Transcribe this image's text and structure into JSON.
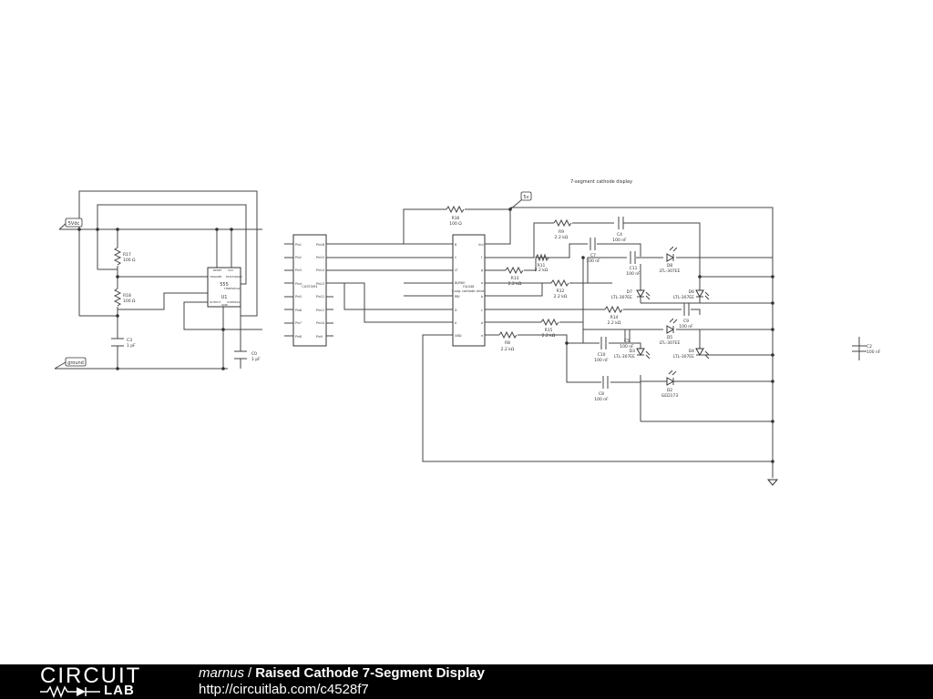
{
  "schematic": {
    "title": "7-segment cathode display",
    "net_labels": [
      "5Vdc",
      "ground",
      "5v"
    ],
    "u1": {
      "ref": "U1",
      "name": "555",
      "pins": [
        "RESET",
        "VCC",
        "TRIGGER",
        "DISCHARGE",
        "THRESHOLD",
        "OUTPUT",
        "GND",
        "CONTROL"
      ]
    },
    "custom": {
      "ref": "CUSTOM1",
      "left_pins": [
        "Pin1",
        "Pin2",
        "Pin3",
        "Pin4",
        "Pin5",
        "Pin6",
        "Pin7",
        "Pin8"
      ],
      "right_pins": [
        "Pin16",
        "Pin15",
        "Pin14",
        "Pin13",
        "Pin12",
        "Pin11",
        "Pin10",
        "Pin9"
      ]
    },
    "decoder": {
      "ref": "74LS48",
      "desc": "7-seg. cathode driver",
      "left_pins": [
        "B",
        "C",
        "LT",
        "BI/RBO",
        "RBI",
        "D",
        "A",
        "GND"
      ],
      "right_pins": [
        "Vcc",
        "f",
        "g",
        "a",
        "b",
        "c",
        "d",
        "e"
      ]
    },
    "components": [
      {
        "id": "R17",
        "ref": "R17",
        "value": "100 Ω"
      },
      {
        "id": "R18",
        "ref": "R18",
        "value": "100 Ω"
      },
      {
        "id": "C3",
        "ref": "C3",
        "value": "1 pF"
      },
      {
        "id": "C0",
        "ref": "C0",
        "value": "1 pF"
      },
      {
        "id": "R16",
        "ref": "R16",
        "value": "100 Ω"
      },
      {
        "id": "R9",
        "ref": "R9",
        "value": "2.2 kΩ"
      },
      {
        "id": "C4",
        "ref": "C4",
        "value": "100 nF"
      },
      {
        "id": "R11",
        "ref": "R11",
        "value": "2.2 kΩ"
      },
      {
        "id": "C7",
        "ref": "C7",
        "value": "100 nF"
      },
      {
        "id": "R13",
        "ref": "R13",
        "value": "2.2 kΩ"
      },
      {
        "id": "R12",
        "ref": "R12",
        "value": "2.2 kΩ"
      },
      {
        "id": "C11",
        "ref": "C11",
        "value": "100 nF"
      },
      {
        "id": "R14",
        "ref": "R14",
        "value": "2.2 kΩ"
      },
      {
        "id": "C9",
        "ref": "C9",
        "value": "100 nF"
      },
      {
        "id": "R15",
        "ref": "R15",
        "value": "2.2 kΩ"
      },
      {
        "id": "R8",
        "ref": "R8",
        "value": "2.2 kΩ"
      },
      {
        "id": "C5",
        "ref": "C5",
        "value": "100 nF"
      },
      {
        "id": "C10",
        "ref": "C10",
        "value": "100 nF"
      },
      {
        "id": "C8",
        "ref": "C8",
        "value": "100 nF"
      },
      {
        "id": "C2",
        "ref": "C2",
        "value": "100 nF"
      },
      {
        "id": "D8",
        "ref": "D8",
        "value": "LTL-307EE"
      },
      {
        "id": "D7",
        "ref": "D7",
        "value": "LTL-307EE"
      },
      {
        "id": "D6",
        "ref": "D6",
        "value": "LTL-307EE"
      },
      {
        "id": "D5",
        "ref": "D5",
        "value": "LTL-307EE"
      },
      {
        "id": "D3",
        "ref": "D3",
        "value": "LTL-307EE"
      },
      {
        "id": "D4",
        "ref": "D4",
        "value": "LTL-307EE"
      },
      {
        "id": "D2",
        "ref": "D2",
        "value": "GED173"
      }
    ]
  },
  "footer": {
    "logo_top": "CIRCUIT",
    "logo_bottom": "LAB",
    "author": "marnus",
    "separator": "/",
    "title": "Raised Cathode 7-Segment Display",
    "url": "http://circuitlab.com/c4528f7"
  }
}
